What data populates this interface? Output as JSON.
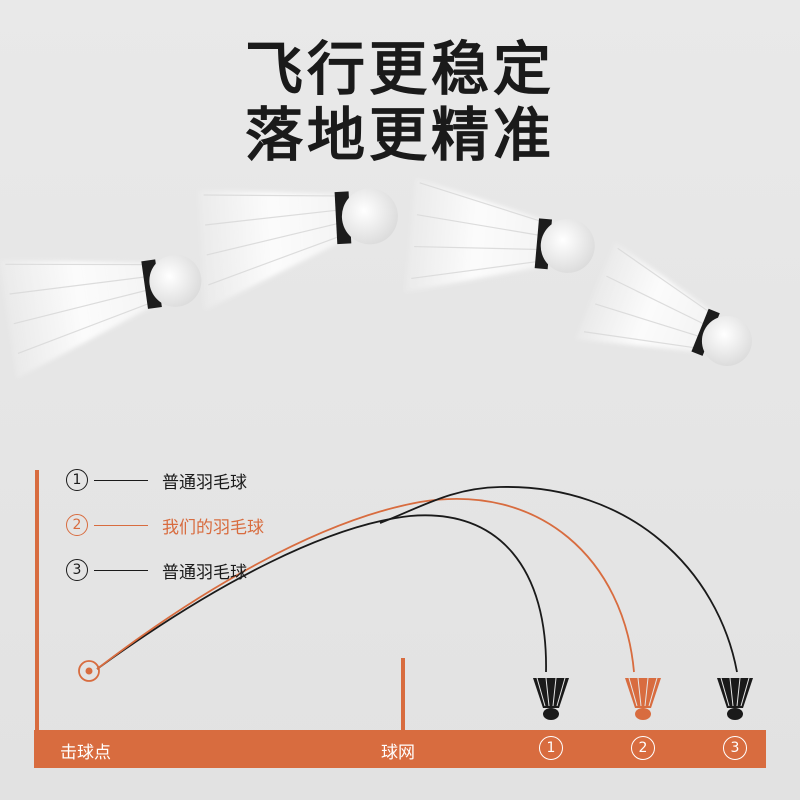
{
  "headline": {
    "line1": "飞行更稳定",
    "line2": "落地更精准"
  },
  "legend": [
    {
      "num": "1",
      "label": "普通羽毛球",
      "color": "#1a1a1a"
    },
    {
      "num": "2",
      "label": "我们的羽毛球",
      "color": "#d86c3f"
    },
    {
      "num": "3",
      "label": "普通羽毛球",
      "color": "#1a1a1a"
    }
  ],
  "axis": {
    "hit_point_label": "击球点",
    "net_label": "球网",
    "landing_marks": [
      "1",
      "2",
      "3"
    ]
  },
  "colors": {
    "accent": "#d86c3f",
    "dark": "#1a1a1a",
    "background": "#e6e6e6"
  },
  "icons": {
    "hit_point": "target-circle-icon",
    "shuttlecock": "shuttlecock-icon"
  }
}
